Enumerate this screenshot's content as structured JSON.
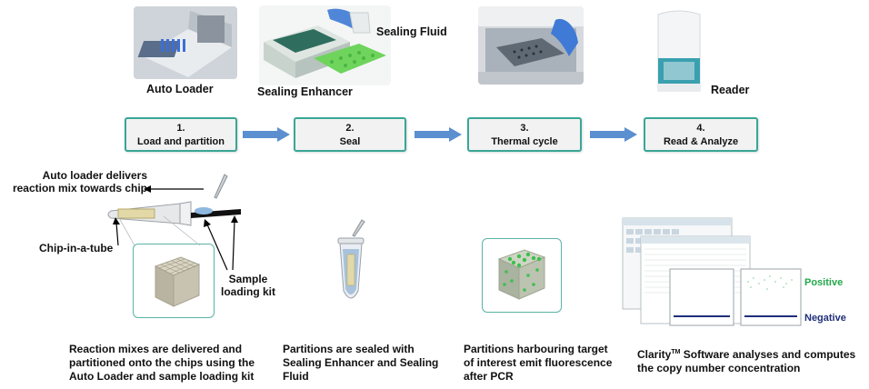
{
  "photo_labels": {
    "auto_loader": "Auto Loader",
    "sealing_enhancer": "Sealing Enhancer",
    "sealing_fluid": "Sealing Fluid",
    "reader": "Reader"
  },
  "steps": [
    {
      "number": "1.",
      "label": "Load and partition"
    },
    {
      "number": "2.",
      "label": "Seal"
    },
    {
      "number": "3.",
      "label": "Thermal cycle"
    },
    {
      "number": "4.",
      "label": "Read & Analyze"
    }
  ],
  "annotations": {
    "auto_loader_delivers_line1": "Auto loader delivers",
    "auto_loader_delivers_line2": "reaction mix towards chip",
    "chip_in_a_tube": "Chip-in-a-tube",
    "sample_loading_kit_line1": "Sample",
    "sample_loading_kit_line2": "loading kit",
    "positive": "Positive",
    "negative": "Negative"
  },
  "captions": {
    "c1": [
      "Reaction mixes are delivered and",
      "partitioned onto the chips using the",
      "Auto Loader and sample loading kit"
    ],
    "c2": [
      "Partitions are sealed with",
      "Sealing Enhancer and Sealing",
      "Fluid"
    ],
    "c3": [
      "Partitions harbouring target",
      "of interest emit fluorescence",
      "after PCR"
    ],
    "c4_line1_pre": "Clarity",
    "c4_tm": "TM",
    "c4_line1_post": " Software analyses and computes",
    "c4_line2": "the copy number concentration"
  },
  "colors": {
    "step_border": "#3aa696",
    "arrow": "#5b8fd0",
    "positive": "#22a84a",
    "negative": "#1f2f7a"
  }
}
